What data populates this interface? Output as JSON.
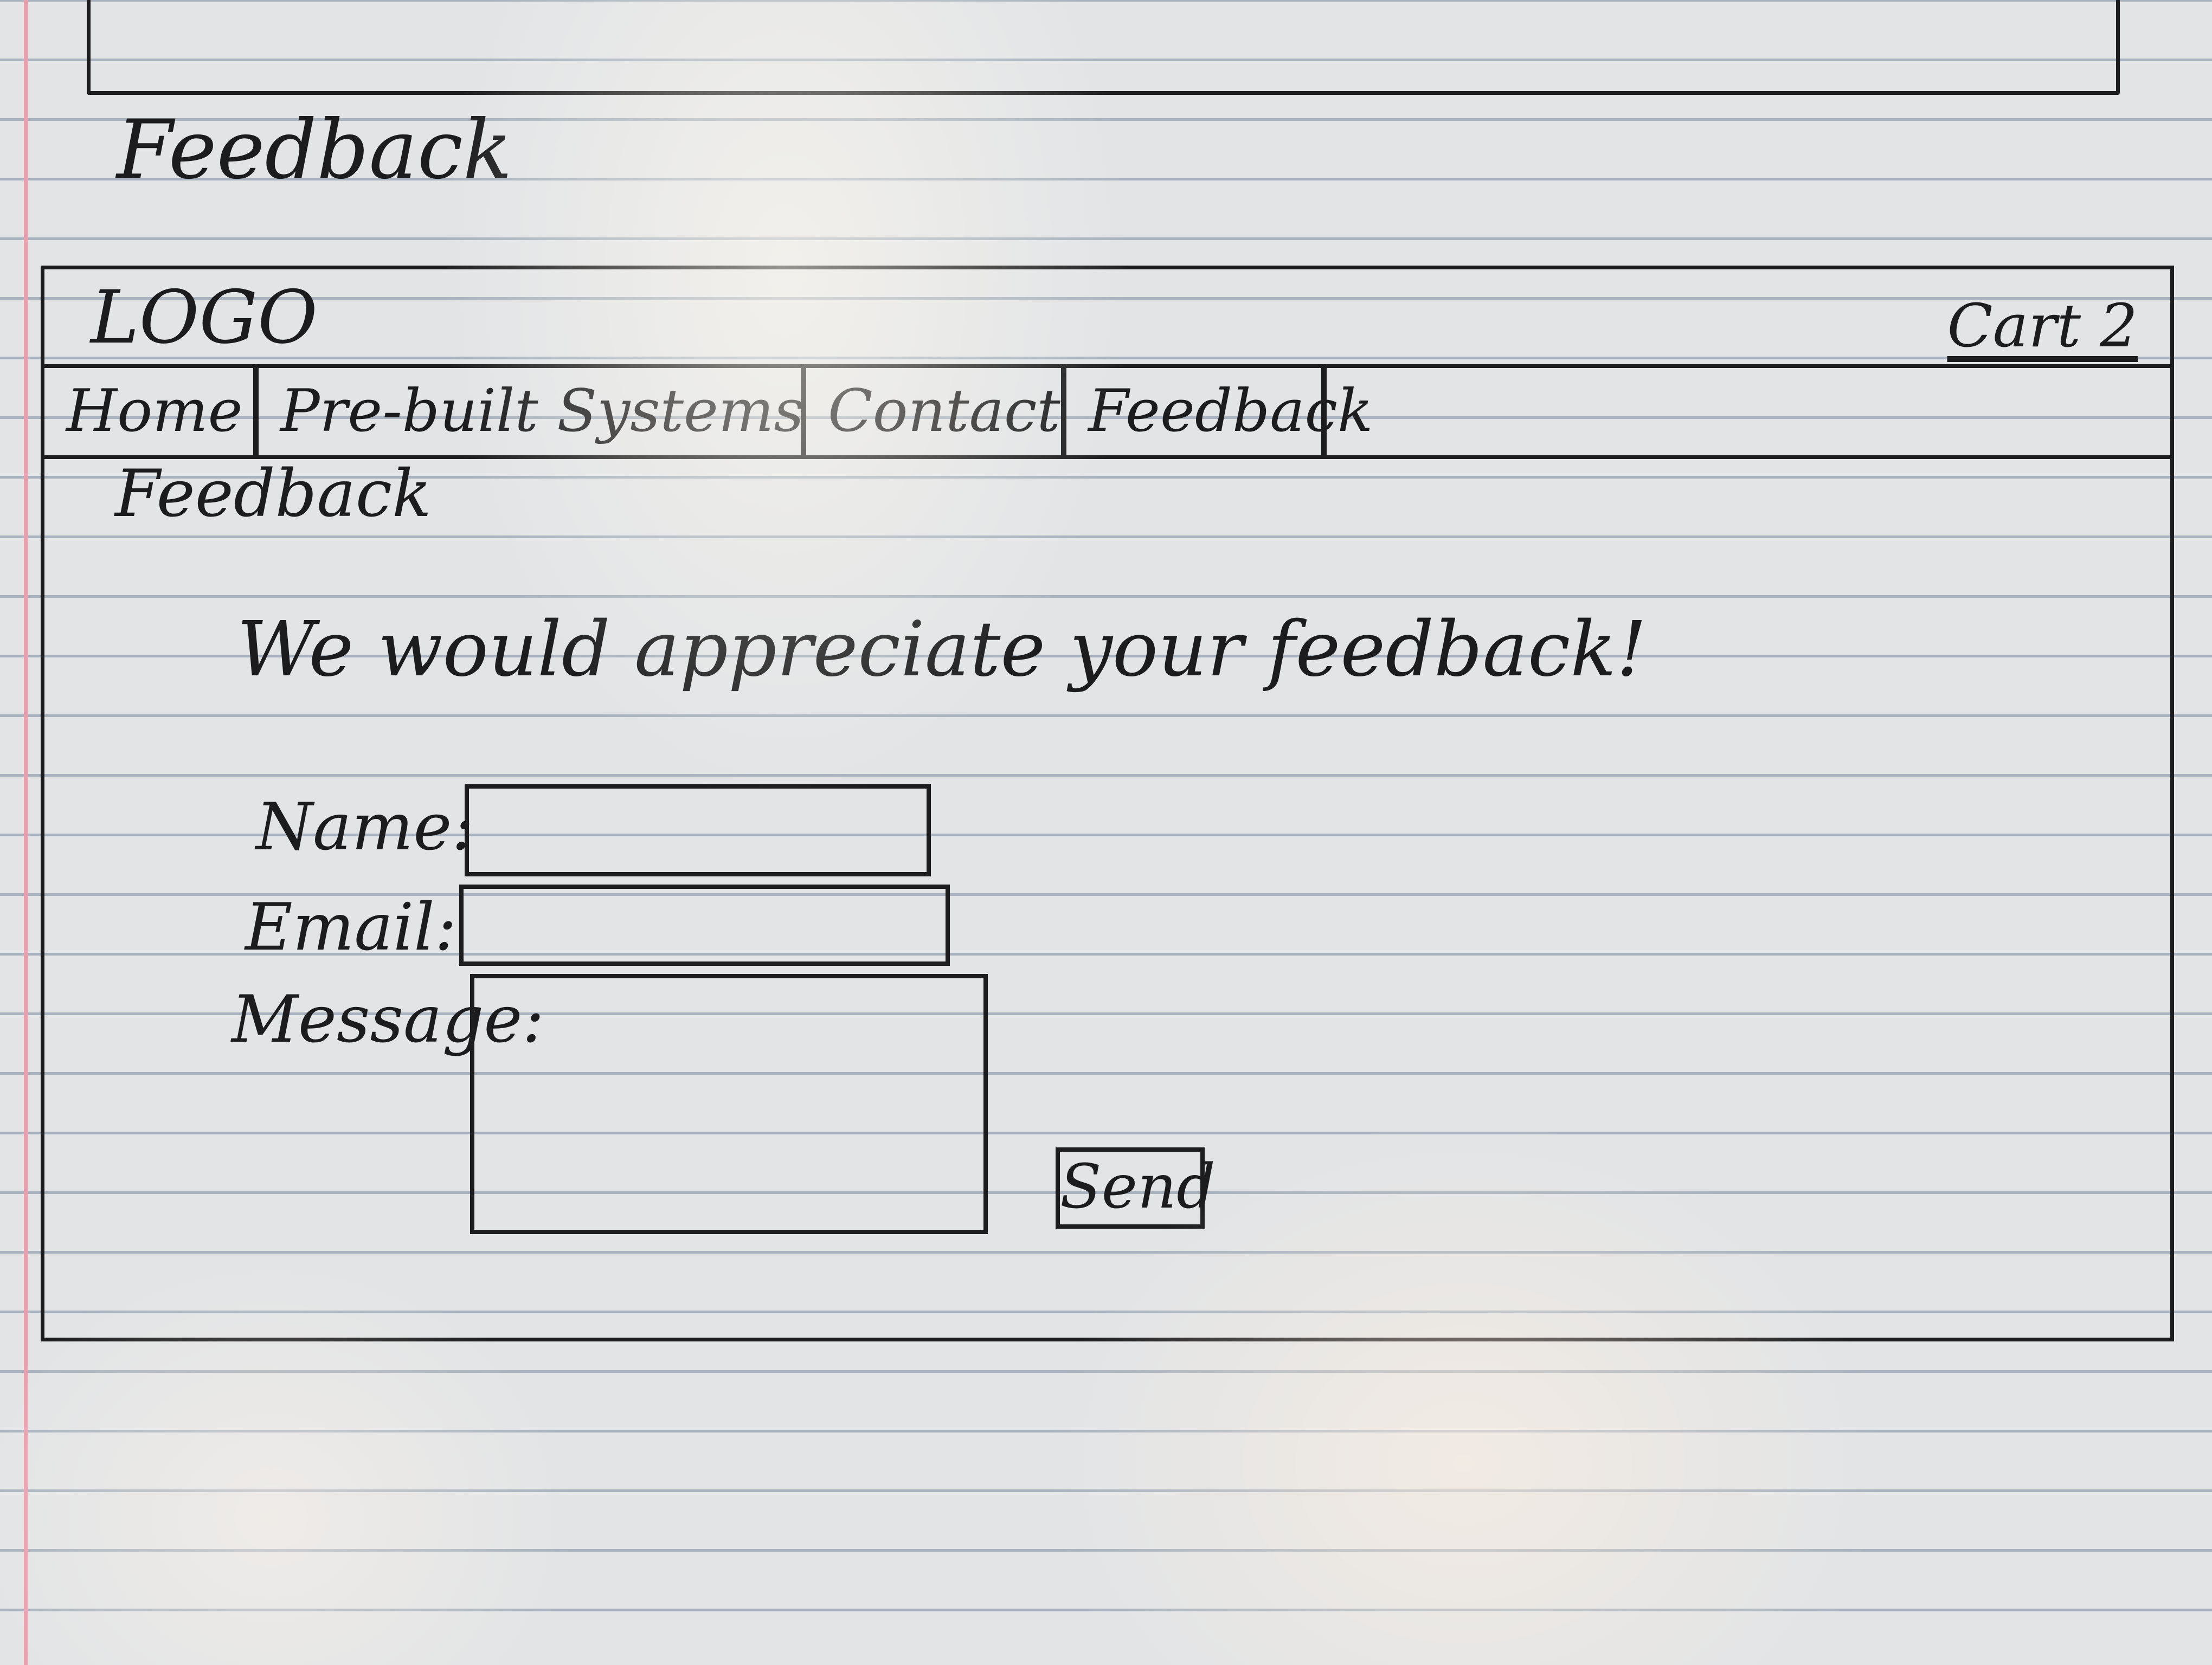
{
  "sheet": {
    "title": "Feedback"
  },
  "wireframe": {
    "logo": "LOGO",
    "cart": "Cart 2",
    "nav": {
      "items": [
        {
          "label": "Home"
        },
        {
          "label": "Pre-built Systems"
        },
        {
          "label": "Contact"
        },
        {
          "label": "Feedback"
        }
      ]
    },
    "page_heading": "Feedback",
    "intro": "We would appreciate your feedback!",
    "form": {
      "name_label": "Name:",
      "email_label": "Email:",
      "message_label": "Message:",
      "send_label": "Send"
    }
  },
  "colors": {
    "paper": "#e2e4e6",
    "rule_line": "#a9b3bf",
    "margin_line": "#e8a0ae",
    "ink": "#1d1d1f"
  }
}
